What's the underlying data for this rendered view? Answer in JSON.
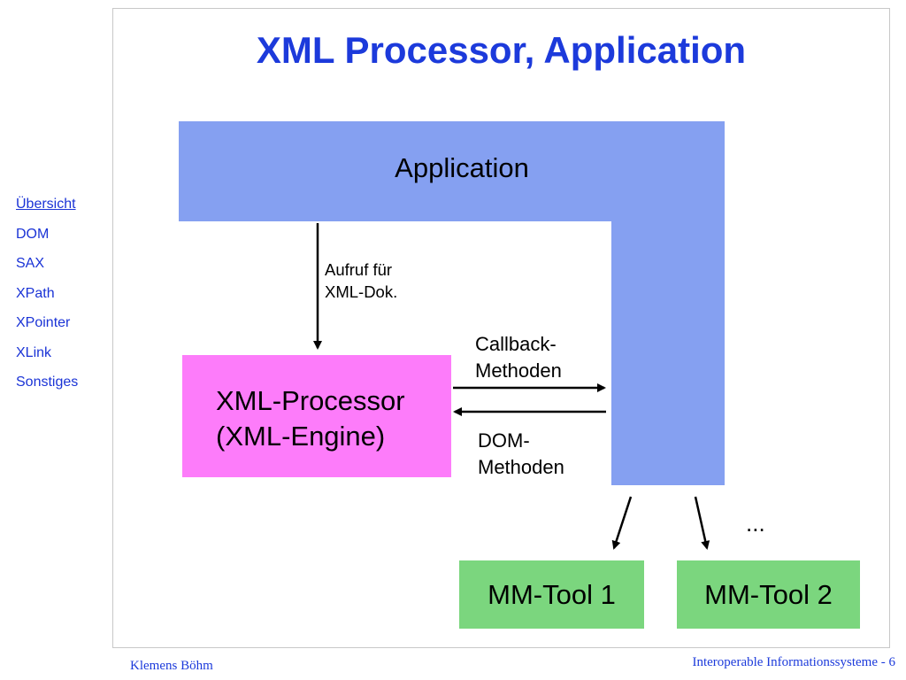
{
  "title": "XML Processor, Application",
  "nav": {
    "items": [
      {
        "label": "Übersicht",
        "current": true
      },
      {
        "label": "DOM"
      },
      {
        "label": "SAX"
      },
      {
        "label": "XPath"
      },
      {
        "label": "XPointer"
      },
      {
        "label": "XLink"
      },
      {
        "label": "Sonstiges"
      }
    ]
  },
  "diagram": {
    "application_label": "Application",
    "processor_line1": "XML-Processor",
    "processor_line2": "(XML-Engine)",
    "call_line1": "Aufruf für",
    "call_line2": "XML-Dok.",
    "callback_line1": "Callback-",
    "callback_line2": "Methoden",
    "dom_line1": "DOM-",
    "dom_line2": "Methoden",
    "tool1": "MM-Tool 1",
    "tool2": "MM-Tool 2",
    "ellipsis": "..."
  },
  "footer": {
    "author": "Klemens Böhm",
    "course": "Interoperable Informationssysteme - 6"
  },
  "colors": {
    "title": "#1c3adb",
    "application": "#85a0f1",
    "processor": "#fd7cfa",
    "tool": "#7bd67e"
  }
}
